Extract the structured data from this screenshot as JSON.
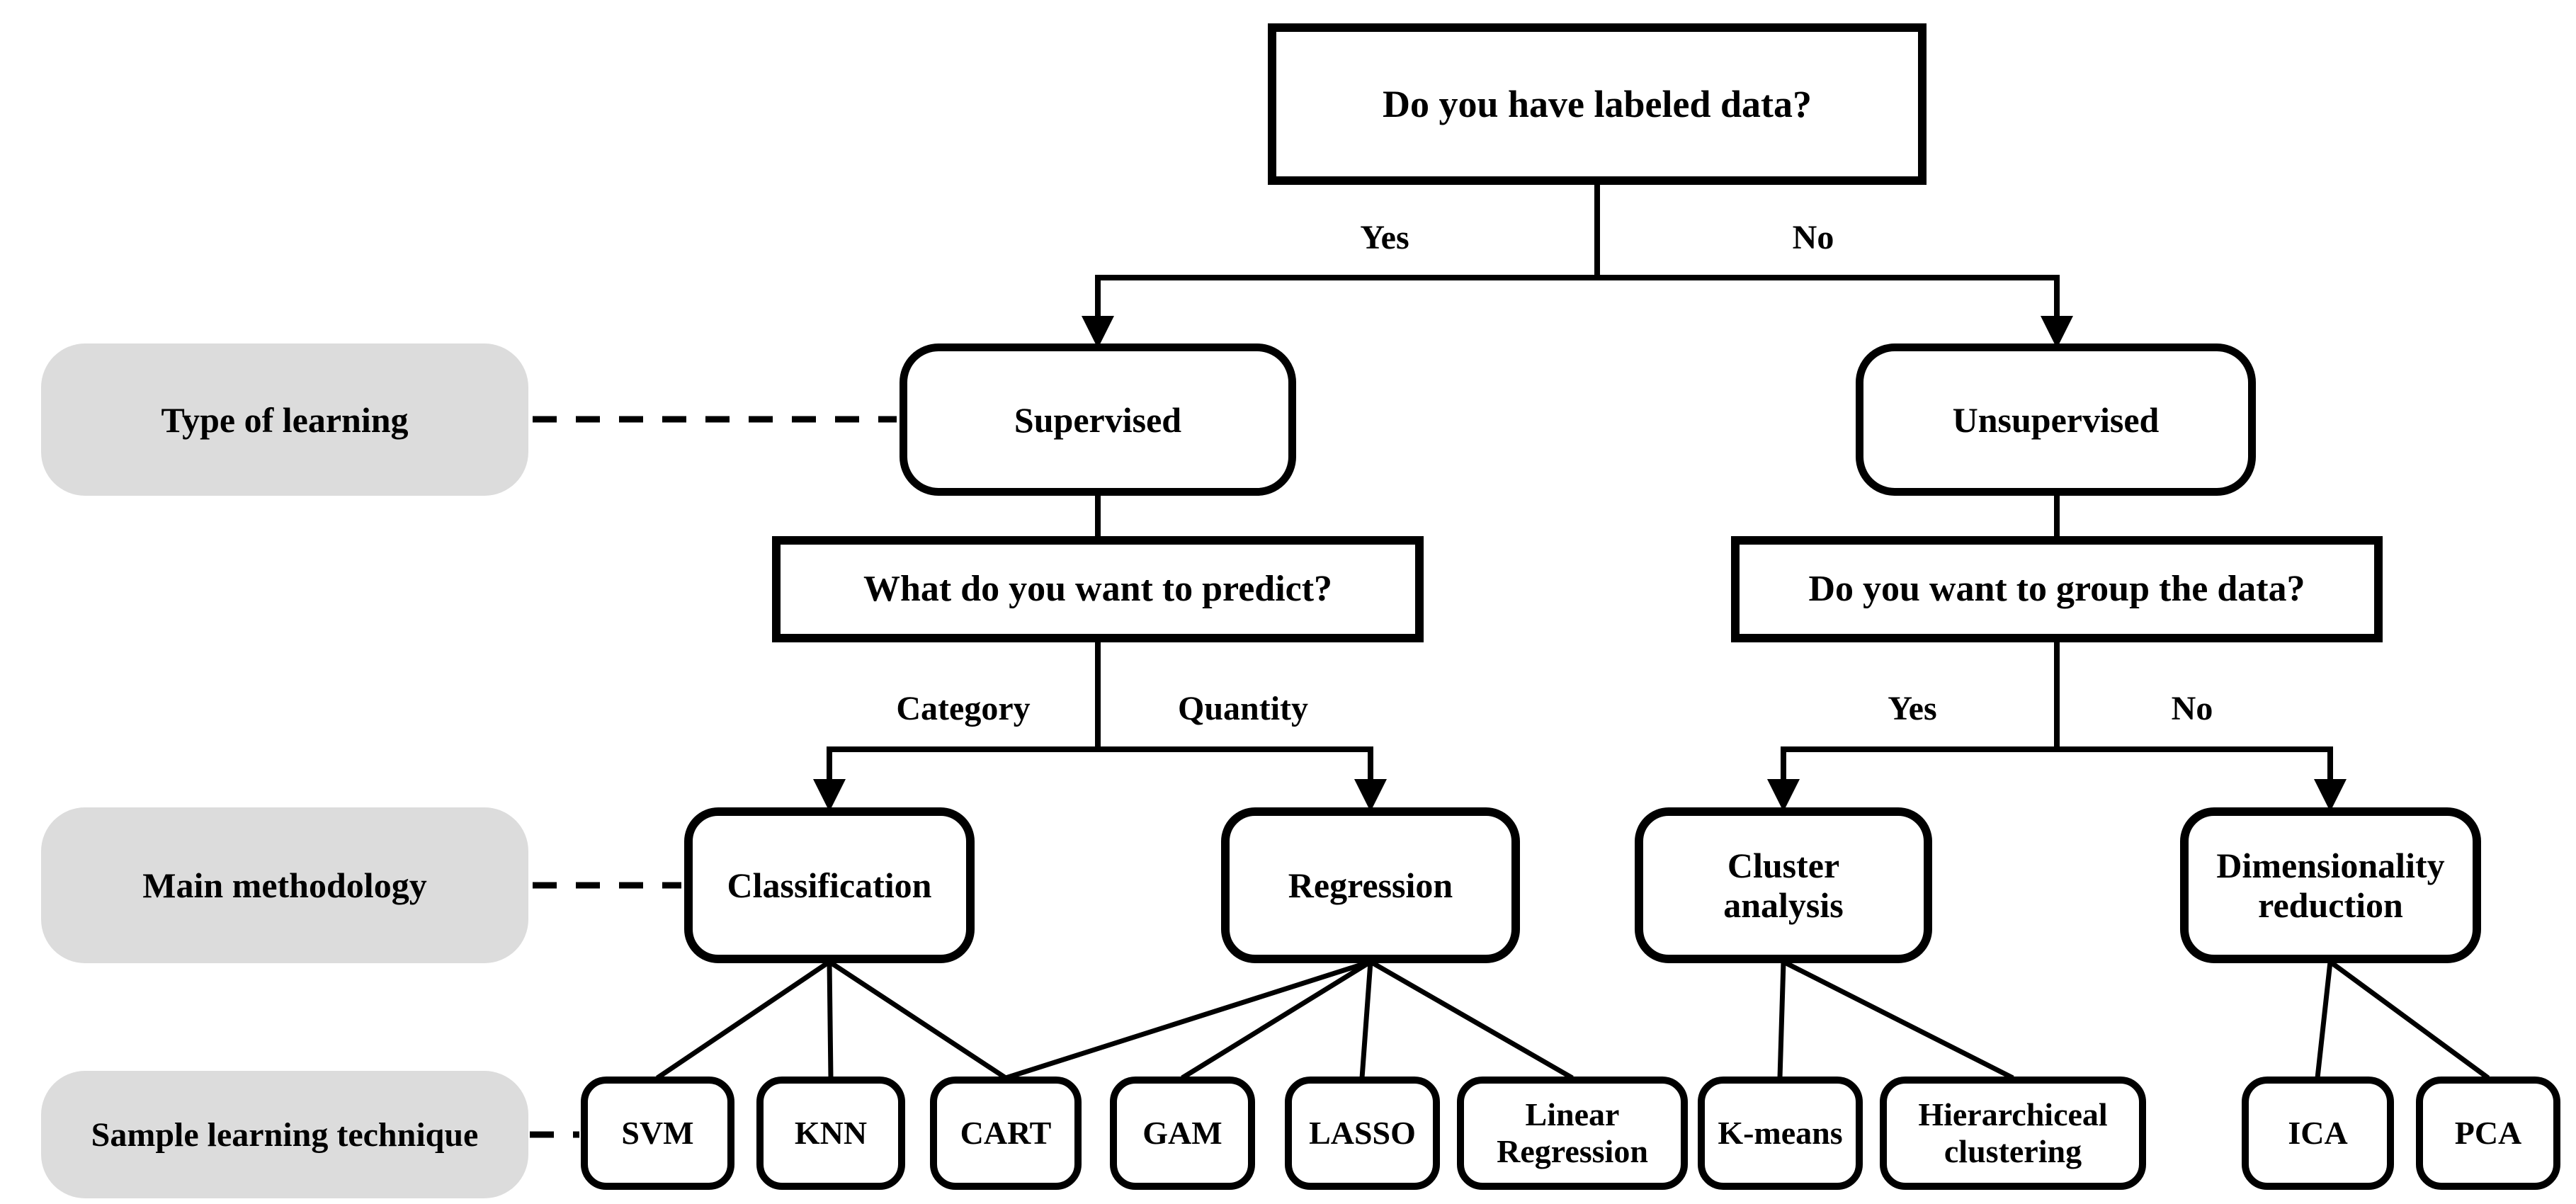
{
  "diagram": {
    "nodes": {
      "root": "Do you have labeled data?",
      "supervised": "Supervised",
      "unsupervised": "Unsupervised",
      "predict_question": "What do you want to predict?",
      "group_question": "Do you want to group the data?",
      "classification": "Classification",
      "regression": "Regression",
      "cluster_analysis": "Cluster analysis",
      "dimensionality_reduction": "Dimensionality reduction"
    },
    "edge_labels": {
      "root_yes": "Yes",
      "root_no": "No",
      "category": "Category",
      "quantity": "Quantity",
      "group_yes": "Yes",
      "group_no": "No"
    },
    "row_labels": [
      "Type of learning",
      "Main methodology",
      "Sample learning technique"
    ],
    "techniques": [
      "SVM",
      "KNN",
      "CART",
      "GAM",
      "LASSO",
      "Linear Regression",
      "K-means",
      "Hierarchiceal clustering",
      "ICA",
      "PCA"
    ],
    "colors": {
      "line": "#000000",
      "label_box_fill": "#dcdcdc",
      "node_fill": "#ffffff",
      "text": "#000000"
    }
  }
}
